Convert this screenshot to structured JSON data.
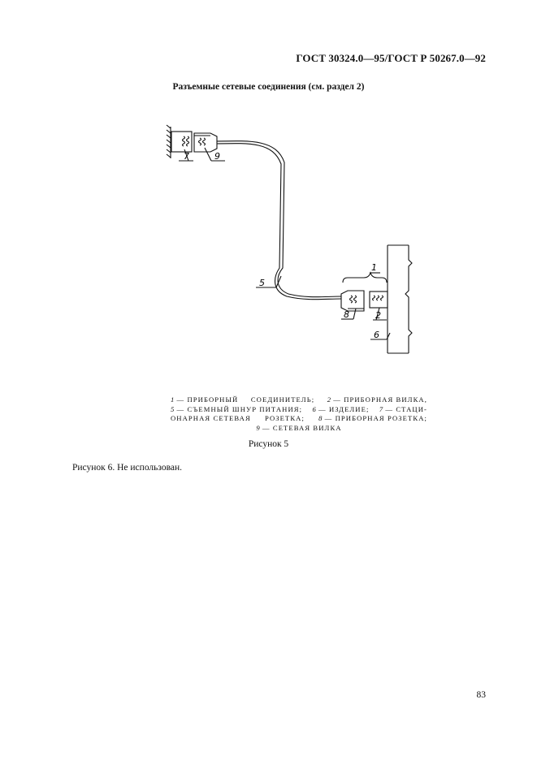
{
  "header": {
    "standard": "ГОСТ 30324.0—95/ГОСТ Р 50267.0—92"
  },
  "section": {
    "title": "Разъемные сетевые соединения (см. раздел 2)"
  },
  "figure": {
    "labels": {
      "l1": "1",
      "l2": "2",
      "l5": "5",
      "l6": "6",
      "l7": "7",
      "l8": "8",
      "l9": "9"
    }
  },
  "caption": {
    "line1": {
      "n1": "1",
      "t1": "ПРИБОРНЫЙ",
      "t2": "СОЕДИНИТЕЛЬ;",
      "n2": "2",
      "t3": "ПРИБОРНАЯ ВИЛКА,"
    },
    "line2": {
      "n5": "5",
      "t1": "СЪЕМНЫЙ ШНУР ПИТАНИЯ;",
      "n6": "6",
      "t2": "ИЗДЕЛИЕ;",
      "n7": "7",
      "t3": "СТАЦИ-"
    },
    "line3": {
      "t1": "ОНАРНАЯ СЕТЕВАЯ",
      "t2": "РОЗЕТКА;",
      "n8": "8",
      "t3": "ПРИБОРНАЯ РОЗЕТКА;"
    },
    "line4": {
      "n9": "9",
      "t1": "СЕТЕВАЯ ВИЛКА"
    }
  },
  "figure_label": "Рисунок 5",
  "note": "Рисунок 6. Не использован.",
  "page_number": "83"
}
